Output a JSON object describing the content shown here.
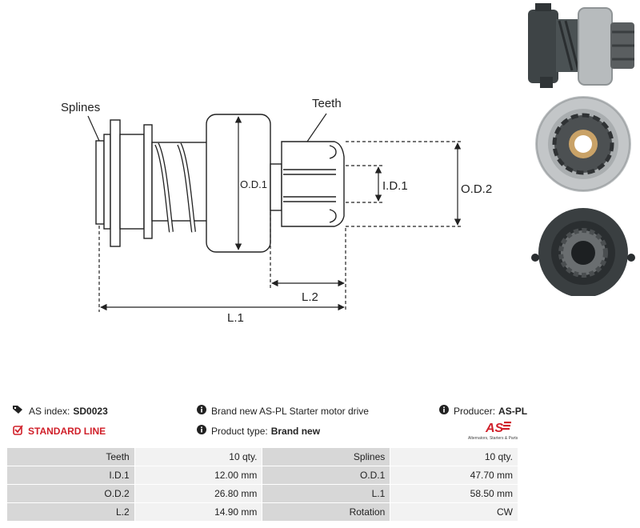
{
  "diagram": {
    "labels": {
      "splines": "Splines",
      "teeth": "Teeth",
      "od1": "O.D.1",
      "id1": "I.D.1",
      "od2": "O.D.2",
      "l2": "L.2",
      "l1": "L.1"
    }
  },
  "info": {
    "as_index_label": "AS index:",
    "as_index_value": "SD0023",
    "line_label": "STANDARD LINE",
    "description": "Brand new AS-PL Starter motor drive",
    "product_type_label": "Product type:",
    "product_type_value": "Brand new",
    "producer_label": "Producer:",
    "producer_value": "AS-PL",
    "logo_text": "AS",
    "logo_sub": "Alternators, Starters & Parts"
  },
  "specs": {
    "rows": [
      {
        "k1": "Teeth",
        "v1": "10 qty.",
        "k2": "Splines",
        "v2": "10 qty."
      },
      {
        "k1": "I.D.1",
        "v1": "12.00 mm",
        "k2": "O.D.1",
        "v2": "47.70 mm"
      },
      {
        "k1": "O.D.2",
        "v1": "26.80 mm",
        "k2": "L.1",
        "v2": "58.50 mm"
      },
      {
        "k1": "L.2",
        "v1": "14.90 mm",
        "k2": "Rotation",
        "v2": "CW"
      }
    ]
  },
  "colors": {
    "accent": "#d0202a",
    "key_cell": "#d7d7d7",
    "value_cell": "#f2f2f2"
  }
}
